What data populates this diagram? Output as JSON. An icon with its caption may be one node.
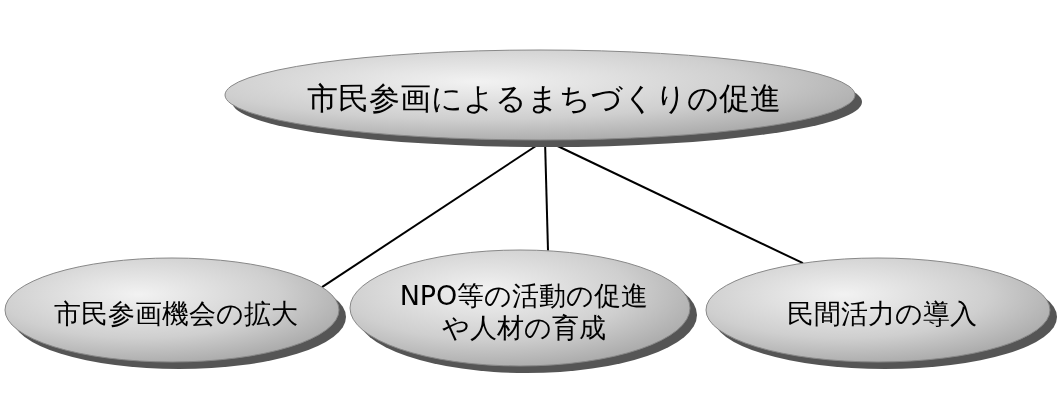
{
  "diagram": {
    "nodes": [
      {
        "text": [
          "市民参画によるまちづくりの促進"
        ]
      },
      {
        "text": [
          "市民参画機会の拡大"
        ]
      },
      {
        "text": [
          "NPO等の活動の促進や人材の育成"
        ]
      },
      {
        "text": [
          "民間活力の導入"
        ]
      }
    ],
    "edges": [
      {
        "from": 0,
        "to": 1,
        "arrow": "none"
      },
      {
        "from": 0,
        "to": 2,
        "arrow": "none"
      },
      {
        "from": 0,
        "to": 3,
        "arrow": "none"
      }
    ]
  }
}
